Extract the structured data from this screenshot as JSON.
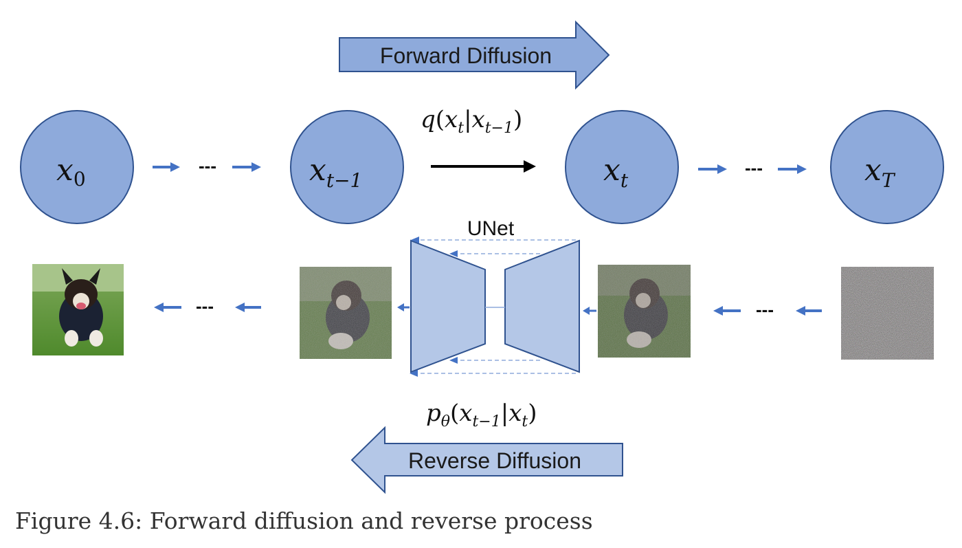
{
  "forward_arrow": {
    "label": "Forward Diffusion"
  },
  "reverse_arrow": {
    "label": "Reverse Diffusion"
  },
  "forward_formula": {
    "f": "q",
    "open": "(",
    "a": "x",
    "a_sub": "t",
    "bar": "|",
    "b": "x",
    "b_sub": "t−1",
    "close": ")"
  },
  "reverse_formula": {
    "f": "p",
    "f_sub": "θ",
    "open": "(",
    "a": "x",
    "a_sub": "t−1",
    "bar": "|",
    "b": "x",
    "b_sub": "t",
    "close": ")"
  },
  "nodes": [
    {
      "var": "x",
      "sub": "0"
    },
    {
      "var": "x",
      "sub": "t−1"
    },
    {
      "var": "x",
      "sub": "t"
    },
    {
      "var": "x",
      "sub": "T"
    }
  ],
  "ellipsis": "---",
  "unet_label": "UNet",
  "images": [
    {
      "name": "clean-dog-image",
      "noise": 0.0
    },
    {
      "name": "noisy-dog-image-t-minus-1",
      "noise": 0.4
    },
    {
      "name": "noisy-dog-image-t",
      "noise": 0.5
    },
    {
      "name": "pure-noise-image",
      "noise": 1.0
    }
  ],
  "colors": {
    "node_fill": "#8eaadb",
    "node_stroke": "#2f528f",
    "arrow_fill": "#8eaadb",
    "reverse_fill": "#b4c7e7",
    "small_arrow": "#4472c4",
    "unet_fill": "#b4c7e7",
    "unet_stroke": "#2f528f"
  },
  "caption": "Figure 4.6: Forward diffusion and reverse process"
}
